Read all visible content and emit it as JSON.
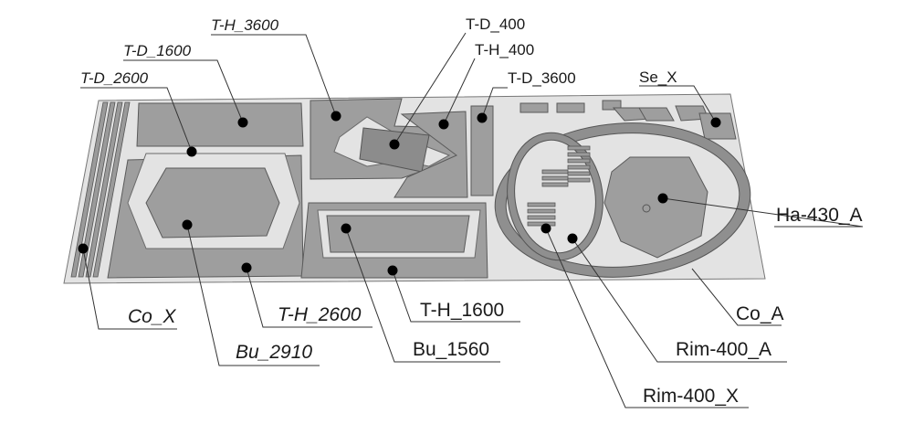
{
  "labels": {
    "t_h_3600": "T-H_3600",
    "t_d_1600": "T-D_1600",
    "t_d_2600": "T-D_2600",
    "t_d_400": "T-D_400",
    "t_h_400": "T-H_400",
    "t_d_3600": "T-D_3600",
    "se_x": "Se_X",
    "ha_430_a": "Ha-430_A",
    "co_x": "Co_X",
    "t_h_2600": "T-H_2600",
    "t_h_1600": "T-H_1600",
    "bu_2910": "Bu_2910",
    "bu_1560": "Bu_1560",
    "co_a": "Co_A",
    "rim_400_a": "Rim-400_A",
    "rim_400_x": "Rim-400_X"
  }
}
